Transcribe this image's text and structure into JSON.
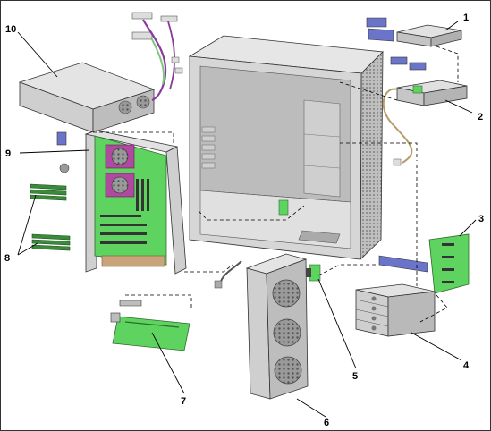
{
  "callouts": {
    "c1": "1",
    "c2": "2",
    "c3": "3",
    "c4": "4",
    "c5": "5",
    "c6": "6",
    "c7": "7",
    "c8": "8",
    "c9": "9",
    "c10": "10"
  },
  "colors": {
    "board_green": "#5fd35f",
    "chassis_gray": "#c8c8c8",
    "heatsink_purple": "#b04aa0",
    "cable_purple": "#8a3a9a",
    "cable_green": "#7dc87d",
    "cable_tan": "#b89a6a"
  }
}
